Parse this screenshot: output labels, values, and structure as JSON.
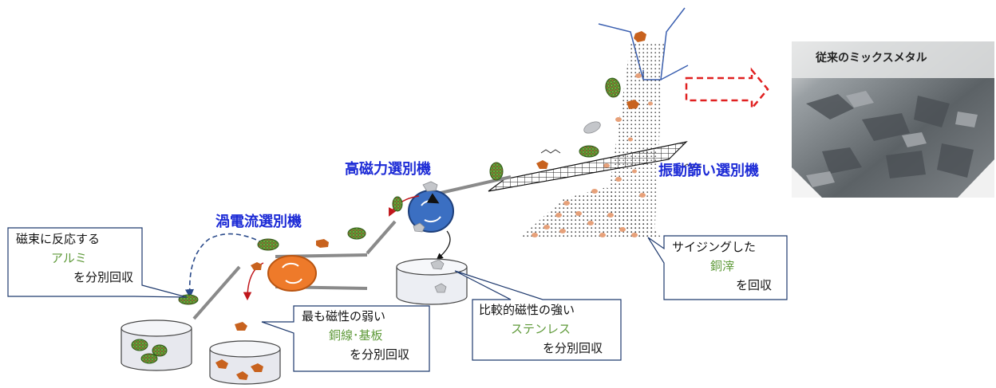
{
  "machines": {
    "magnetic": "高磁力選別機",
    "eddy": "渦電流選別機",
    "vibrating": "振動篩い選別機"
  },
  "callouts": {
    "aluminum": {
      "line1": "磁束に反応する",
      "line2": "アルミ",
      "line3": "を分別回収"
    },
    "copper_wire": {
      "line1": "最も磁性の弱い",
      "line2": "銅線･基板",
      "line3": "を分別回収"
    },
    "stainless": {
      "line1": "比較的磁性の強い",
      "line2": "ステンレス",
      "line3": "を分別回収"
    },
    "slag": {
      "line1": "サイジングした",
      "line2": "銅滓",
      "line3": "を回収"
    }
  },
  "photo": {
    "title": "従来のミックスメタル"
  },
  "colors": {
    "machine_label": "#1d2bd6",
    "accent_green": "#5f9a3a",
    "copper": "#c8621e",
    "eddy_drum": "#ee7a2a",
    "magnet_drum": "#3b6fc2",
    "arrow_red": "#c0161b"
  }
}
